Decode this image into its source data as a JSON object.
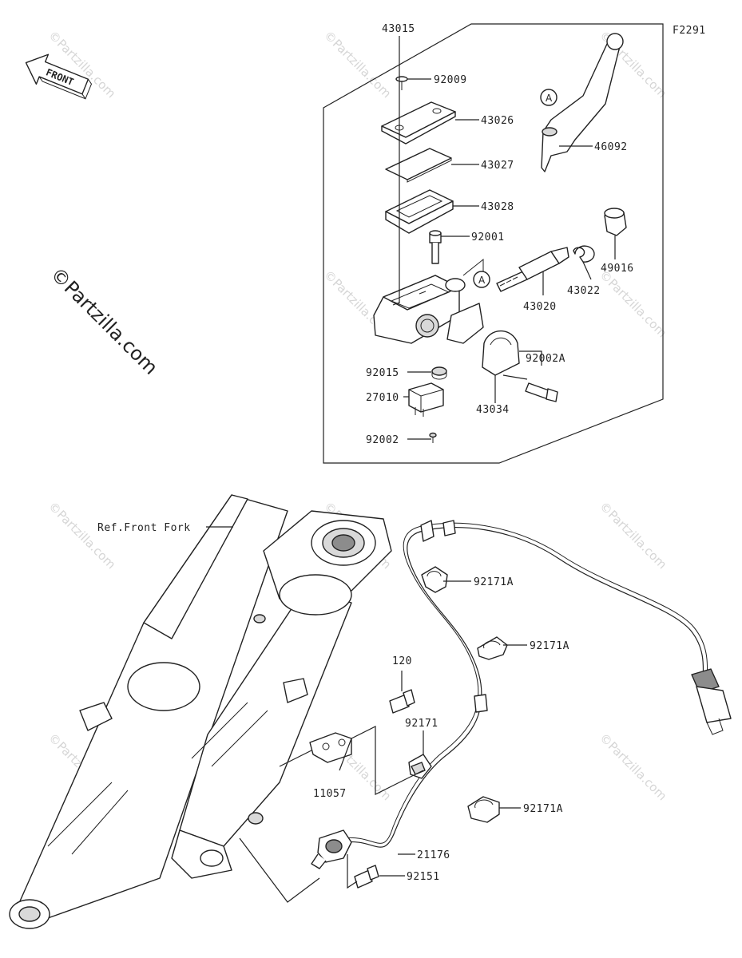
{
  "figure_code": "F2291",
  "front_label": "FRONT",
  "copyright": "©Partzilla.com",
  "watermark": "©Partzilla.com",
  "ref_label": "Ref.Front Fork",
  "callout_letter": "A",
  "parts": {
    "p43015": "43015",
    "p92009": "92009",
    "p43026": "43026",
    "p43027": "43027",
    "p43028": "43028",
    "p92001": "92001",
    "p46092": "46092",
    "p49016": "49016",
    "p43022": "43022",
    "p43020": "43020",
    "p92002A": "92002A",
    "p92015": "92015",
    "p27010": "27010",
    "p43034": "43034",
    "p92002": "92002",
    "p92171A_1": "92171A",
    "p92171A_2": "92171A",
    "p92171A_3": "92171A",
    "p120": "120",
    "p92171": "92171",
    "p11057": "11057",
    "p21176": "21176",
    "p92151": "92151"
  }
}
